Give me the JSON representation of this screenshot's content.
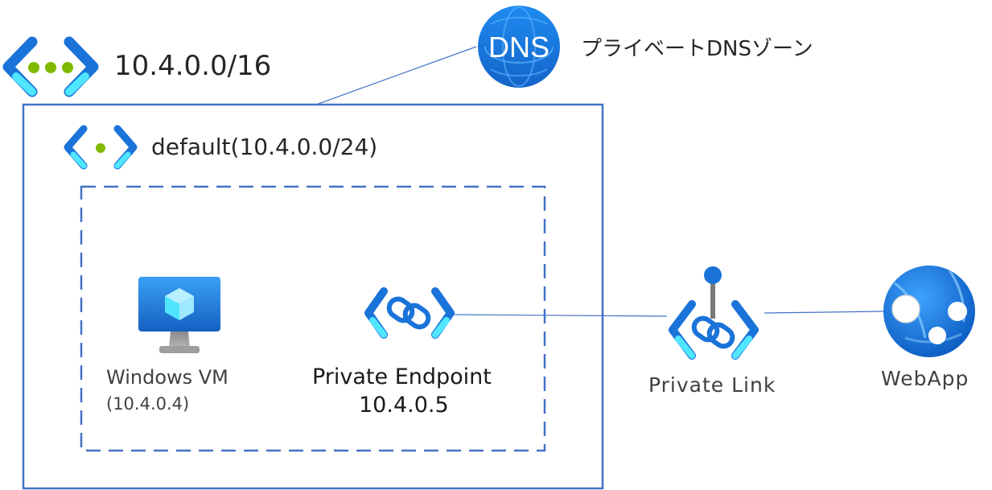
{
  "vnet": {
    "label": "10.4.0.0/16"
  },
  "subnet": {
    "label": "default(10.4.0.0/24)"
  },
  "dns": {
    "icon_text": "DNS",
    "label": "プライベートDNSゾーン"
  },
  "vm": {
    "name": "Windows VM",
    "ip": "(10.4.0.4)"
  },
  "private_endpoint": {
    "name": "Private Endpoint",
    "ip": "10.4.0.5"
  },
  "private_link": {
    "name": "Private Link"
  },
  "webapp": {
    "name": "WebApp"
  },
  "colors": {
    "frame": "#4472c4",
    "azure_blue": "#1a73d9",
    "azure_cyan": "#50e6ff",
    "green_dot": "#7fba00",
    "connector": "#4472c4"
  }
}
